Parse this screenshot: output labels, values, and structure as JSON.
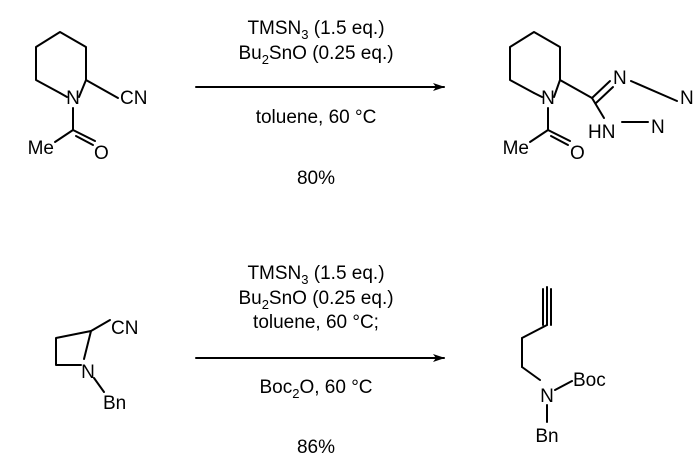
{
  "reactions": [
    {
      "reactant": {
        "atoms": {
          "n": "N",
          "cn": "CN",
          "me": "Me",
          "o": "O"
        }
      },
      "conditions": {
        "line1": {
          "a": "TMSN",
          "sub": "3",
          "b": " (1.5 eq.)"
        },
        "line2": {
          "a": "Bu",
          "sub": "2",
          "b": "SnO (0.25 eq.)"
        },
        "line3": "toluene, 60 °C",
        "yield": "80%"
      },
      "product": {
        "atoms": {
          "n": "N",
          "me": "Me",
          "o": "O",
          "hn": "HN",
          "n2": "N",
          "n3": "N",
          "n4": "N"
        }
      }
    },
    {
      "reactant": {
        "atoms": {
          "cn": "CN",
          "n": "N",
          "bn": "Bn"
        }
      },
      "conditions": {
        "line1": {
          "a": "TMSN",
          "sub": "3",
          "b": " (1.5 eq.)"
        },
        "line2": {
          "a": "Bu",
          "sub": "2",
          "b": "SnO (0.25 eq.)"
        },
        "line3": "toluene, 60 °C;",
        "line4": {
          "a": "Boc",
          "sub": "2",
          "b": "O, 60 °C"
        },
        "yield": "86%"
      },
      "product": {
        "atoms": {
          "n": "N",
          "boc": "Boc",
          "bn": "Bn"
        }
      }
    }
  ]
}
